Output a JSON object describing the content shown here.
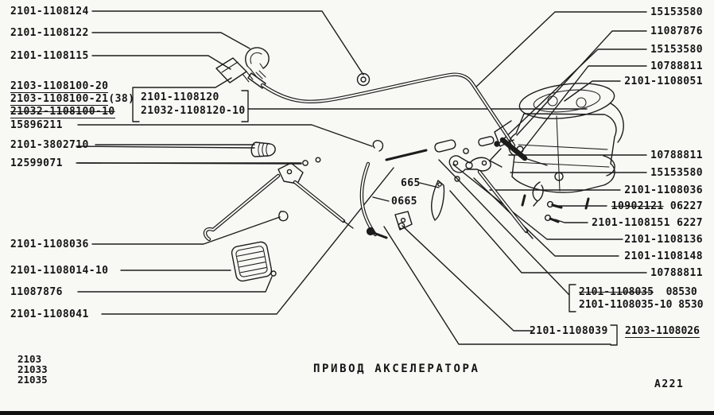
{
  "title": "ПРИВОД АКСЕЛЕРАТОРА",
  "figure_code": "A221",
  "model_codes": {
    "m1": "2103",
    "m2": "21033",
    "m3": "21035"
  },
  "colors": {
    "ink": "#1c1c1c",
    "paper": "#f8f8f5"
  },
  "labels": {
    "left": [
      {
        "text": "2101-1108124"
      },
      {
        "text": "2101-1108122"
      },
      {
        "text": "2101-1108115"
      },
      {
        "text": "2103-1108100-20",
        "underline": true
      },
      {
        "text": "2103-1108100-21",
        "suffix": "(38)",
        "underline": true
      },
      {
        "text": "21032-1108100-10",
        "underline": true,
        "strikethrough": true
      },
      {
        "text": "15896211"
      },
      {
        "text": "2101-3802710"
      },
      {
        "text": "12599071"
      },
      {
        "text": "2101-1108036"
      },
      {
        "text": "2101-1108014-10"
      },
      {
        "text": "11087876"
      },
      {
        "text": "2101-1108041"
      }
    ],
    "cable_box": {
      "line1": "2101-1108120",
      "line2": "21032-1108120-10"
    },
    "right": [
      {
        "text": "15153580"
      },
      {
        "text": "11087876"
      },
      {
        "text": "15153580"
      },
      {
        "text": "10788811"
      },
      {
        "text": "2101-1108051"
      },
      {
        "text": "10788811"
      },
      {
        "text": "15153580"
      },
      {
        "text": "2101-1108036"
      },
      {
        "strike": "10902121",
        "rest": " 06227"
      },
      {
        "text": "2101-1108151 6227"
      },
      {
        "text": "2101-1108136"
      },
      {
        "text": "2101-1108148"
      },
      {
        "text": "10788811"
      }
    ],
    "alt_box": {
      "line1_strike": "2101-1108035",
      "line1_rest": "  08530",
      "line2": "2101-1108035-10 8530"
    },
    "bottom_right": {
      "pedal_shaft": "2101-1108039",
      "alt_part": "2103-1108026"
    },
    "inline": {
      "lever": "665",
      "lever_alt": "0665"
    }
  }
}
